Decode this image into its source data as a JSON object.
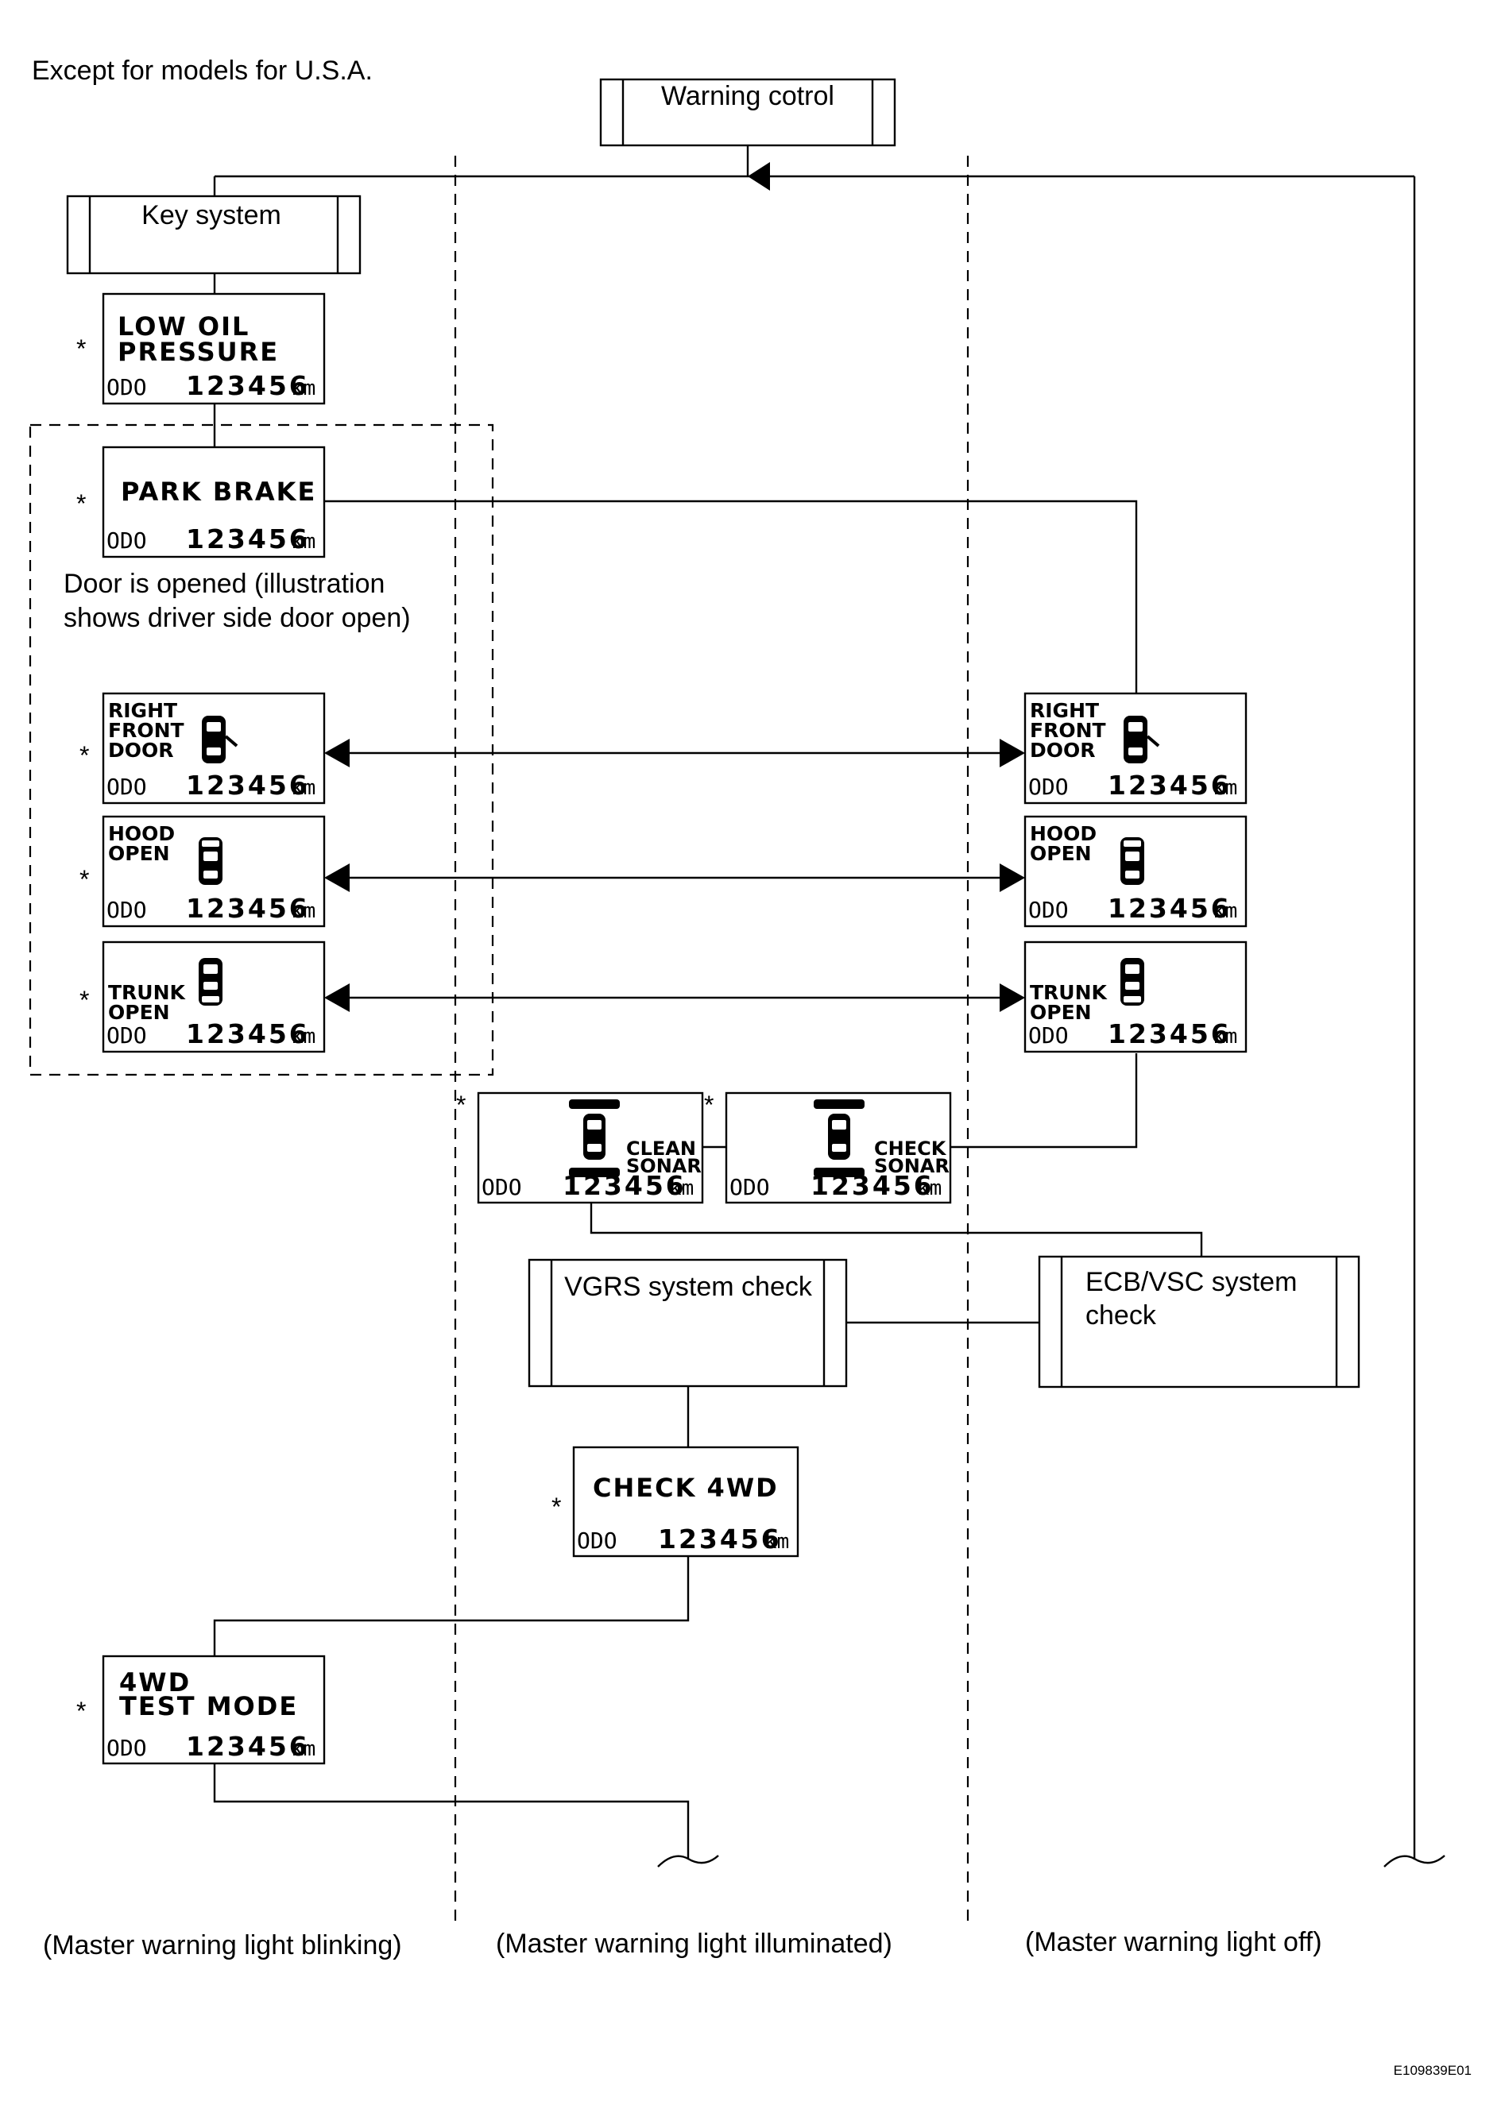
{
  "header_note": "Except for models for U.S.A.",
  "process_boxes": {
    "warning_control": "Warning cotrol",
    "key_system": "Key system",
    "vgrs_check": "VGRS system check",
    "ecb_vsc_line1": "ECB/VSC system",
    "ecb_vsc_line2": "check"
  },
  "displays": {
    "odo_label": "ODO",
    "odo_value": "123456",
    "odo_unit": "km",
    "asterisk": "*",
    "low_oil_line1": "LOW OIL",
    "low_oil_line2": "PRESSURE",
    "park_brake": "PARK BRAKE",
    "right_front_door_line1": "RIGHT",
    "right_front_door_line2": "FRONT",
    "right_front_door_line3": "DOOR",
    "hood_open_line1": "HOOD",
    "hood_open_line2": "OPEN",
    "trunk_open_line1": "TRUNK",
    "trunk_open_line2": "OPEN",
    "clean_sonar_line1": "CLEAN",
    "clean_sonar_line2": "SONAR",
    "check_sonar_line1": "CHECK",
    "check_sonar_line2": "SONAR",
    "check_4wd": "CHECK 4WD",
    "test_mode_line1": "4WD",
    "test_mode_line2": "TEST MODE"
  },
  "door_note": {
    "line1": "Door is opened (illustration",
    "line2": "shows driver side door open)"
  },
  "columns": {
    "blinking": "(Master warning light blinking)",
    "illuminated": "(Master warning light illuminated)",
    "off": "(Master warning light off)"
  },
  "figure_id": "E109839E01"
}
